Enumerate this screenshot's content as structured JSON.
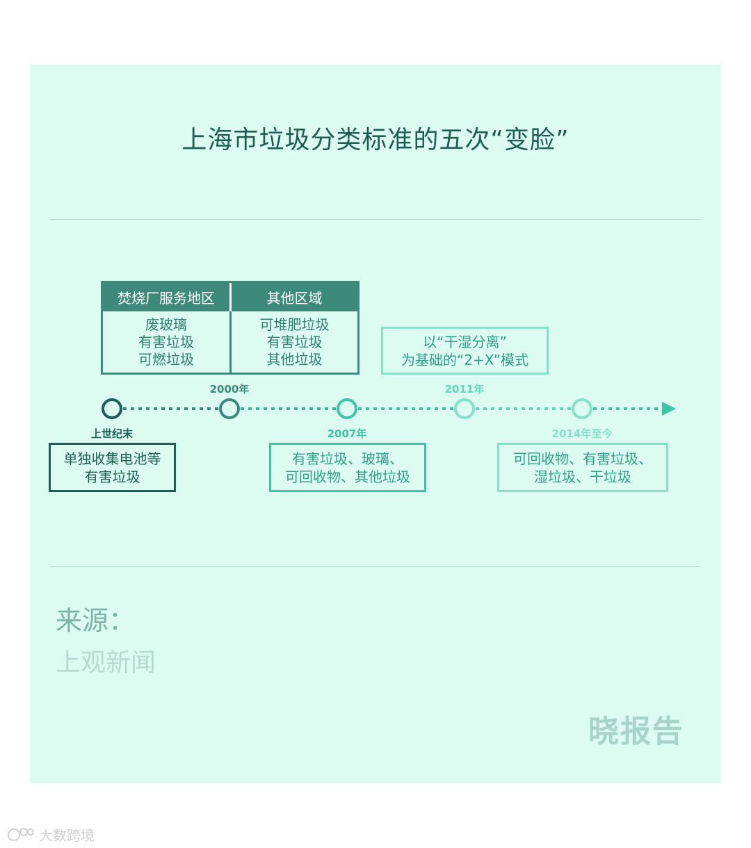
{
  "title": "上海市垃圾分类标准的五次“变脸”",
  "table": {
    "headers": [
      "焚烧厂服务地区",
      "其他区域"
    ],
    "columns": [
      [
        "废玻璃",
        "有害垃圾",
        "可燃垃圾"
      ],
      [
        "可堆肥垃圾",
        "有害垃圾",
        "其他垃圾"
      ]
    ]
  },
  "milestones": [
    {
      "label": "上世纪末",
      "color": "#1d5e50",
      "items": [
        "单独收集电池等",
        "有害垃圾"
      ]
    },
    {
      "label": "2000年",
      "color": "#3e8a7a"
    },
    {
      "label": "2007年",
      "color": "#3cc4a3",
      "items": [
        "有害垃圾、玻璃、",
        "可回收物、其他垃圾"
      ]
    },
    {
      "label": "2011年",
      "color": "#5fd6b8",
      "items": [
        "以“干湿分离”",
        "为基础的“2+X”模式"
      ]
    },
    {
      "label": "2014年至今",
      "color": "#86e0c8",
      "items": [
        "可回收物、有害垃圾、",
        "湿垃圾、干垃圾"
      ]
    }
  ],
  "source": {
    "title": "来源：",
    "name": "上观新闻"
  },
  "brand": "晓报告",
  "watermark": "大数跨境",
  "colors": {
    "background": "#dcfcf2",
    "dark": "#1d5e50",
    "teal": "#3e8a7a",
    "bright": "#3cc4a3",
    "light": "#5fd6b8",
    "pale": "#86e0c8"
  }
}
